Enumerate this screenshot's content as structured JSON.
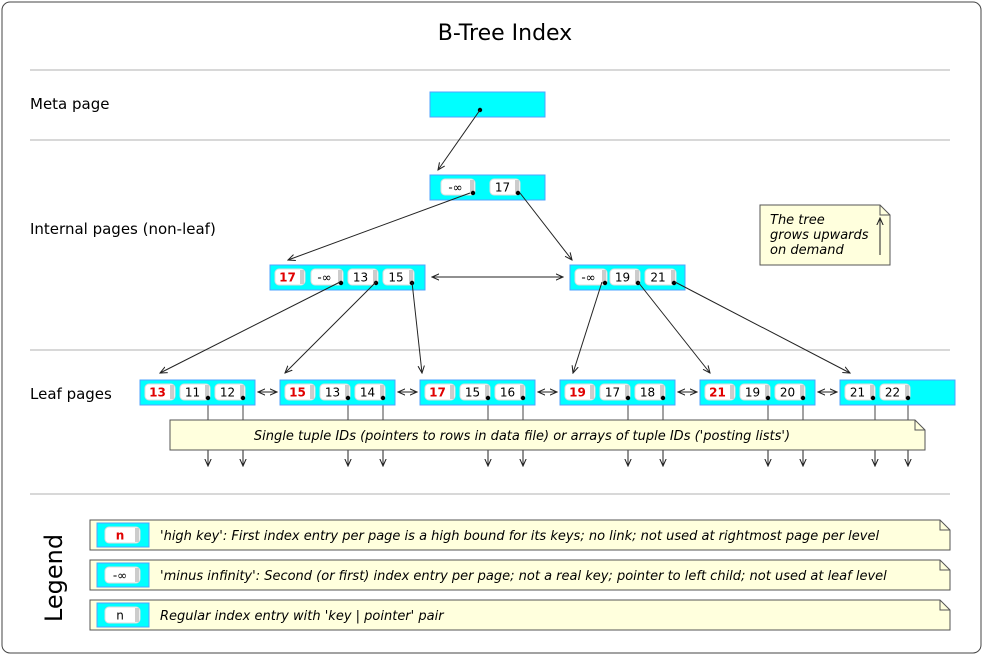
{
  "title": "B-Tree Index",
  "sections": {
    "meta": "Meta page",
    "internal": "Internal pages (non-leaf)",
    "leaf": "Leaf pages"
  },
  "colors": {
    "page_fill": "#00ffff",
    "page_border": "#4fa3ff",
    "note_fill": "#ffffdd",
    "high_key": "#e00000"
  },
  "root": {
    "entries": [
      {
        "text": "-∞",
        "type": "minus"
      },
      {
        "text": "17",
        "type": "regular"
      }
    ]
  },
  "internal_pages": [
    {
      "entries": [
        {
          "text": "17",
          "type": "high"
        },
        {
          "text": "-∞",
          "type": "minus"
        },
        {
          "text": "13",
          "type": "regular"
        },
        {
          "text": "15",
          "type": "regular"
        }
      ]
    },
    {
      "entries": [
        {
          "text": "-∞",
          "type": "minus"
        },
        {
          "text": "19",
          "type": "regular"
        },
        {
          "text": "21",
          "type": "regular"
        }
      ]
    }
  ],
  "leaf_pages": [
    {
      "entries": [
        {
          "text": "13",
          "type": "high"
        },
        {
          "text": "11",
          "type": "regular"
        },
        {
          "text": "12",
          "type": "regular"
        }
      ]
    },
    {
      "entries": [
        {
          "text": "15",
          "type": "high"
        },
        {
          "text": "13",
          "type": "regular"
        },
        {
          "text": "14",
          "type": "regular"
        }
      ]
    },
    {
      "entries": [
        {
          "text": "17",
          "type": "high"
        },
        {
          "text": "15",
          "type": "regular"
        },
        {
          "text": "16",
          "type": "regular"
        }
      ]
    },
    {
      "entries": [
        {
          "text": "19",
          "type": "high"
        },
        {
          "text": "17",
          "type": "regular"
        },
        {
          "text": "18",
          "type": "regular"
        }
      ]
    },
    {
      "entries": [
        {
          "text": "21",
          "type": "high"
        },
        {
          "text": "19",
          "type": "regular"
        },
        {
          "text": "20",
          "type": "regular"
        }
      ]
    },
    {
      "entries": [
        {
          "text": "21",
          "type": "regular"
        },
        {
          "text": "22",
          "type": "regular"
        }
      ]
    }
  ],
  "tuple_note": "Single tuple IDs (pointers to rows in data file) or arrays of tuple IDs ('posting lists')",
  "grow_note": [
    "The tree",
    "grows upwards",
    "on demand"
  ],
  "legend": {
    "title": "Legend",
    "items": [
      {
        "sample": "n",
        "type": "high",
        "text": "'high key': First index entry per page is a high bound for its keys; no link; not used at rightmost page per level"
      },
      {
        "sample": "-∞",
        "type": "minus",
        "text": "'minus infinity': Second (or first) index entry per page; not a real key; pointer to left child; not used at leaf level"
      },
      {
        "sample": "n",
        "type": "regular",
        "text": "Regular index entry with 'key | pointer' pair"
      }
    ]
  }
}
